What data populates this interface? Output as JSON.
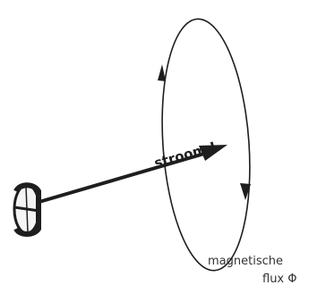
{
  "labels": {
    "current": "stroom I",
    "flux_line1": "magnetische",
    "flux_line2": "flux Φ"
  },
  "colors": {
    "ink": "#1e1e1e",
    "background": "#ffffff"
  }
}
